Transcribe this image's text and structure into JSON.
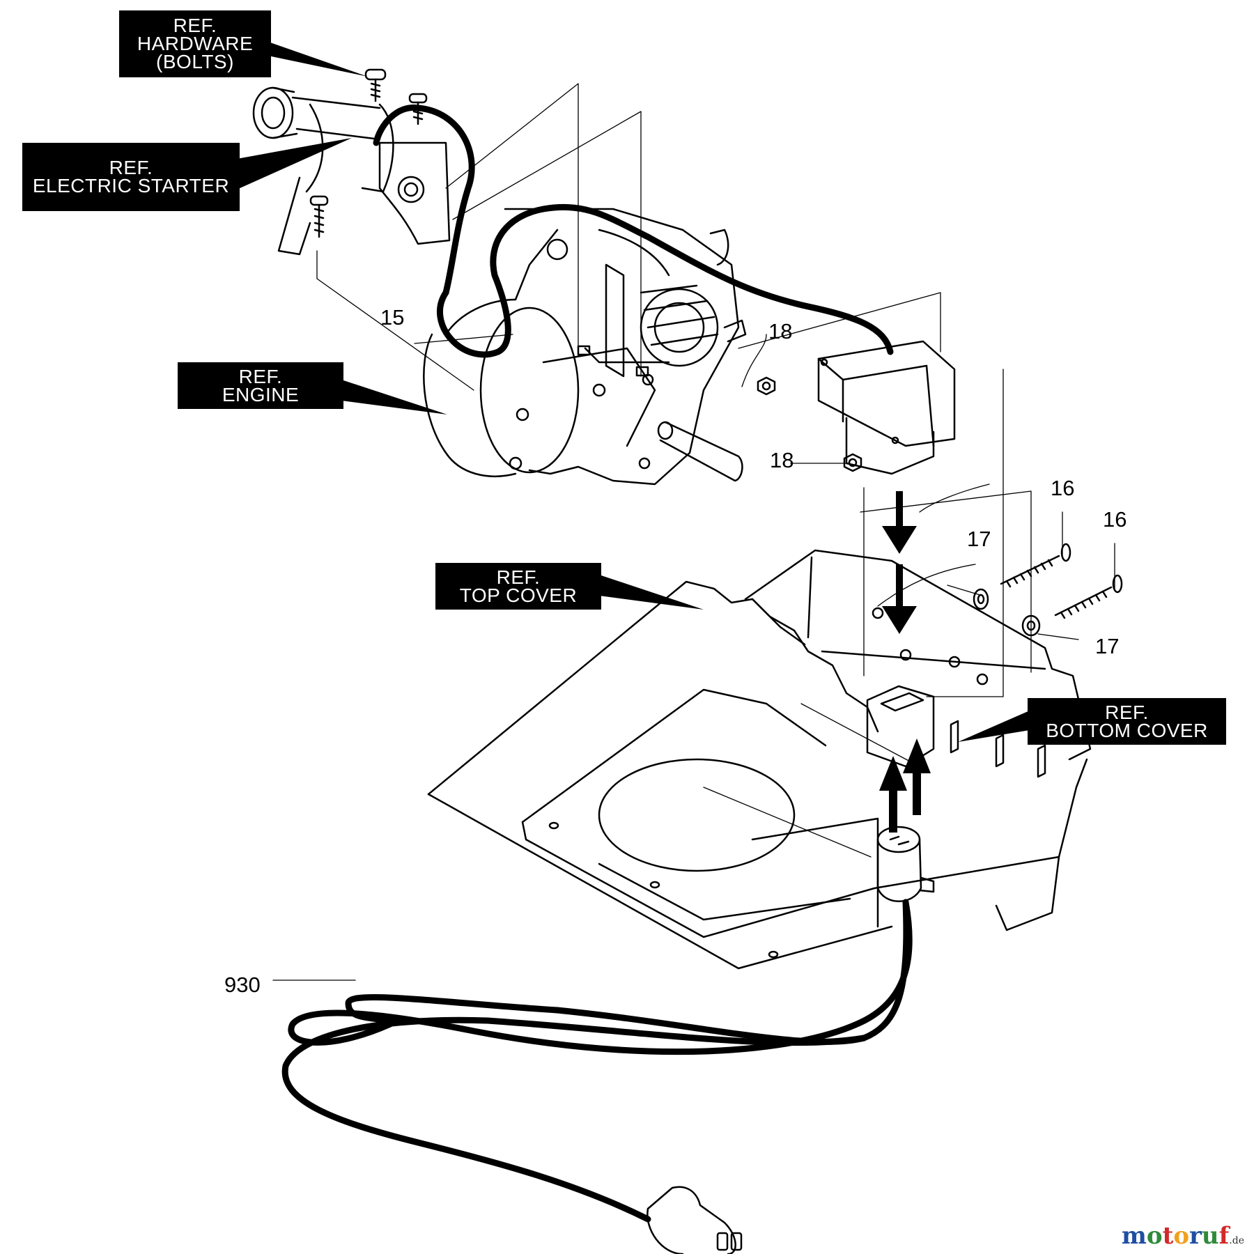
{
  "ref_labels": {
    "hardware": [
      "REF.",
      "HARDWARE",
      "(BOLTS)"
    ],
    "electric_starter": [
      "REF.",
      "ELECTRIC STARTER"
    ],
    "engine": [
      "REF.",
      "ENGINE"
    ],
    "top_cover": [
      "REF.",
      "TOP COVER"
    ],
    "bottom_cover": [
      "REF.",
      "BOTTOM COVER"
    ]
  },
  "callouts": {
    "c15": "15",
    "c18a": "18",
    "c18b": "18",
    "c16a": "16",
    "c16b": "16",
    "c17a": "17",
    "c17b": "17",
    "c930": "930"
  },
  "watermark": {
    "colors": {
      "m": "#1f4fa0",
      "o1": "#2e8b3a",
      "t": "#d12a2a",
      "o2": "#f0a020",
      "r": "#1f4fa0",
      "u": "#2e8b3a",
      "f": "#d12a2a"
    },
    "domain_suffix": ".de"
  }
}
